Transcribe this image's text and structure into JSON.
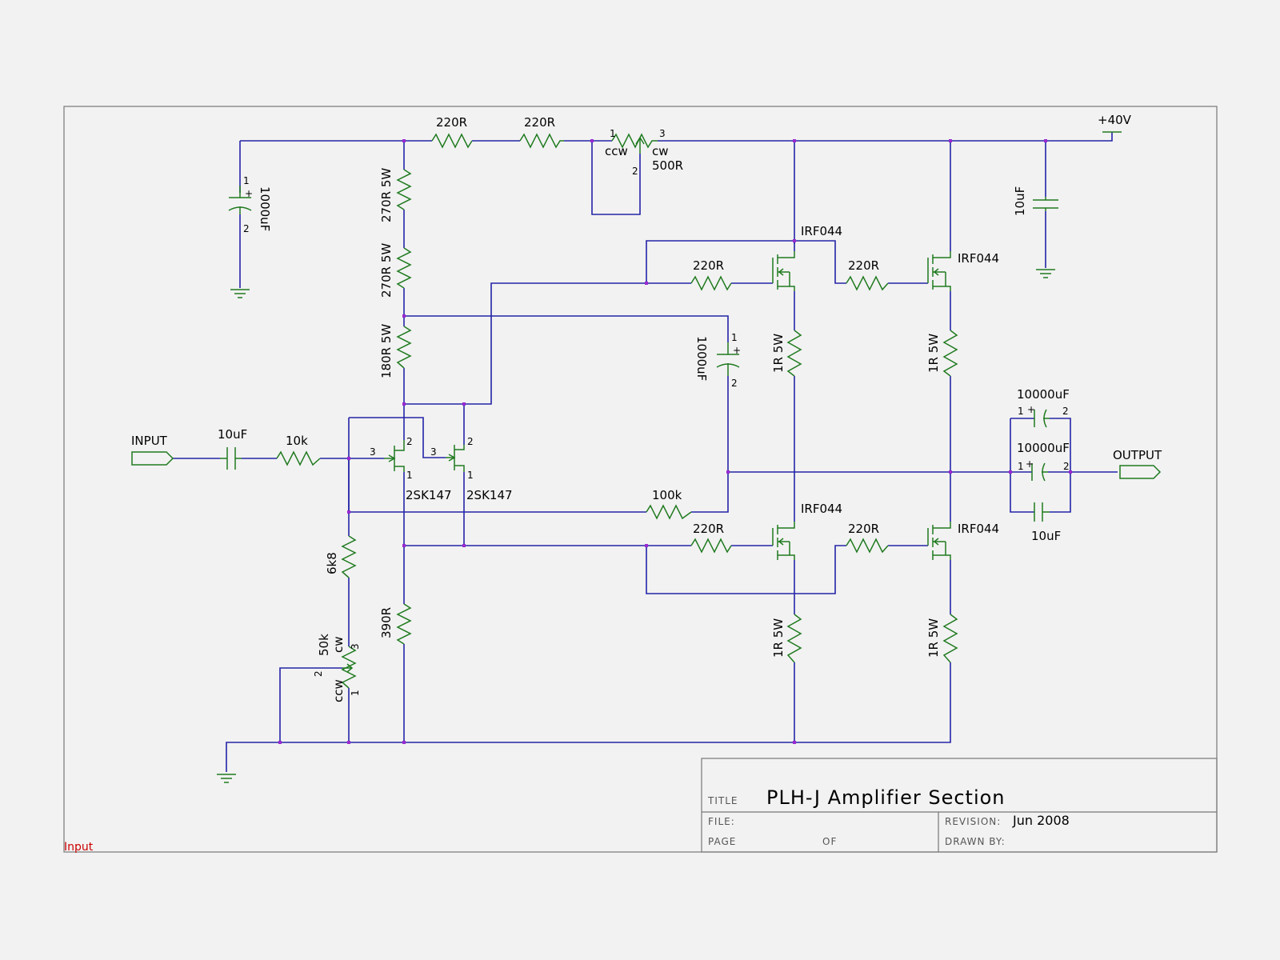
{
  "colors": {
    "wire": "#2424a8",
    "component": "#1f7a1f",
    "junction": "#9a2ad0",
    "border": "#777777",
    "sheet_label": "#cc0000",
    "background": "#f2f2f2"
  },
  "supply": {
    "rail_label": "+40V"
  },
  "ports": {
    "input": "INPUT",
    "output": "OUTPUT",
    "sheet_name": "Input"
  },
  "components": {
    "r_top1": "220R",
    "r_top2": "220R",
    "pot_bias": {
      "value": "500R",
      "ccw": "ccw",
      "cw": "cw",
      "pin1": "1",
      "pin2": "2",
      "pin3": "3"
    },
    "c_supply": {
      "value": "1000uF",
      "pin1": "1",
      "pin2": "2",
      "plus": "+"
    },
    "c_rail": "10uF",
    "r_270a": "270R 5W",
    "r_270b": "270R 5W",
    "r_180": "180R 5W",
    "c_boot": {
      "value": "1000uF",
      "pin1": "1",
      "pin2": "2",
      "plus": "+"
    },
    "c_in": "10uF",
    "r_in": "10k",
    "jfet1": {
      "part": "2SK147",
      "d": "2",
      "g": "3",
      "s": "1"
    },
    "jfet2": {
      "part": "2SK147",
      "d": "2",
      "g": "3",
      "s": "1"
    },
    "r_fb": "100k",
    "r_6k8": "6k8",
    "pot_gain": {
      "value": "50k",
      "ccw": "ccw",
      "cw": "cw",
      "pin1": "1",
      "pin2": "2",
      "pin3": "3"
    },
    "r_390": "390R",
    "q_top_left": "IRF044",
    "q_top_right": "IRF044",
    "q_bot_left": "IRF044",
    "q_bot_right": "IRF044",
    "r_gate_tl": "220R",
    "r_gate_tr": "220R",
    "r_gate_bl": "220R",
    "r_gate_br": "220R",
    "r_src_tl": "1R 5W",
    "r_src_tr": "1R 5W",
    "r_src_bl": "1R 5W",
    "r_src_br": "1R 5W",
    "c_out1": {
      "value": "10000uF",
      "pin1": "1",
      "pin2": "2",
      "plus": "+"
    },
    "c_out2": {
      "value": "10000uF",
      "pin1": "1",
      "pin2": "2",
      "plus": "+"
    },
    "c_out3": "10uF"
  },
  "title_block": {
    "title_label": "TITLE",
    "title": "PLH-J Amplifier Section",
    "file_label": "FILE:",
    "page_label": "PAGE",
    "of_label": "OF",
    "revision_label": "REVISION:",
    "revision": "Jun 2008",
    "drawn_by_label": "DRAWN BY:"
  }
}
